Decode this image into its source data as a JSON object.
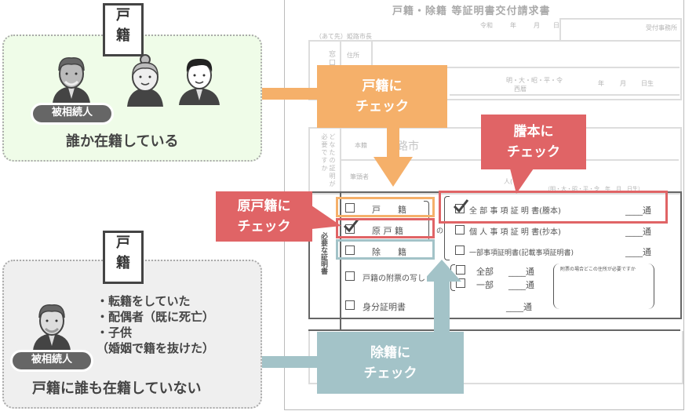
{
  "colors": {
    "orange": "#f5b06a",
    "red": "#e06466",
    "teal": "#a3c3c8",
    "panel_green": "#effce8",
    "panel_gray": "#efefef"
  },
  "form": {
    "title": "戸籍・除籍 等証明書交付請求書",
    "date_line": {
      "era": "令和",
      "year": "年",
      "month": "月",
      "day": "日"
    },
    "office": "受付事務所",
    "addressee": "（あて先）姫路市長",
    "window_label": "窓口",
    "address_label": "住所",
    "birth_era": "明・大・昭・平・令",
    "birth_western": "西暦",
    "birth_suffix": {
      "year": "年",
      "month": "月",
      "day": "日生"
    },
    "whose_cert_label": "どなたの証明が必要ですか",
    "honseki_label": "本籍",
    "honseki_value": "路市",
    "head_label": "筆頭者",
    "person_label": "人(",
    "birth_small": "（明・大・昭・平・令　年　月　日生）",
    "needed_cert_label": "必要な証明書",
    "rows": [
      {
        "label": "戸　　籍",
        "checked": false
      },
      {
        "label": "原 戸 籍",
        "checked": true
      },
      {
        "label": "除　　籍",
        "checked": false
      },
      {
        "label": "戸籍の附票の写し",
        "checked": false
      },
      {
        "label": "身分証明書",
        "checked": false
      }
    ],
    "no_label": "の",
    "cert_types": [
      {
        "label": "全 部 事 項 証 明 書(謄本)",
        "checked": true,
        "unit": "____通"
      },
      {
        "label": "個 人 事 項 証 明 書(抄本)",
        "checked": false,
        "unit": "____通"
      },
      {
        "label": "一部事項証明書(記載事項証明書)",
        "checked": false,
        "unit": "____通"
      }
    ],
    "fuhyo_options": [
      {
        "label": "全部",
        "unit": "____通"
      },
      {
        "label": "一部",
        "unit": "____通"
      }
    ],
    "fuhyo_note": "附票の場合どこの住所が必要ですか",
    "mibun_unit": "____通"
  },
  "callouts": {
    "koseki": [
      "戸籍に",
      "チェック"
    ],
    "touhon": [
      "謄本に",
      "チェック"
    ],
    "genkoseki": [
      "原戸籍に",
      "チェック"
    ],
    "joseki": [
      "除籍に",
      "チェック"
    ]
  },
  "panel_top": {
    "doc_label": [
      "戸",
      "籍"
    ],
    "badge": "被相続人",
    "caption": "誰か在籍している"
  },
  "panel_bottom": {
    "doc_label": [
      "戸",
      "籍"
    ],
    "badge": "被相続人",
    "bullets": [
      "・転籍をしていた",
      "・配偶者（既に死亡）",
      "・子供",
      "（婚姻で籍を抜けた）"
    ],
    "caption": "戸籍に誰も在籍していない"
  }
}
